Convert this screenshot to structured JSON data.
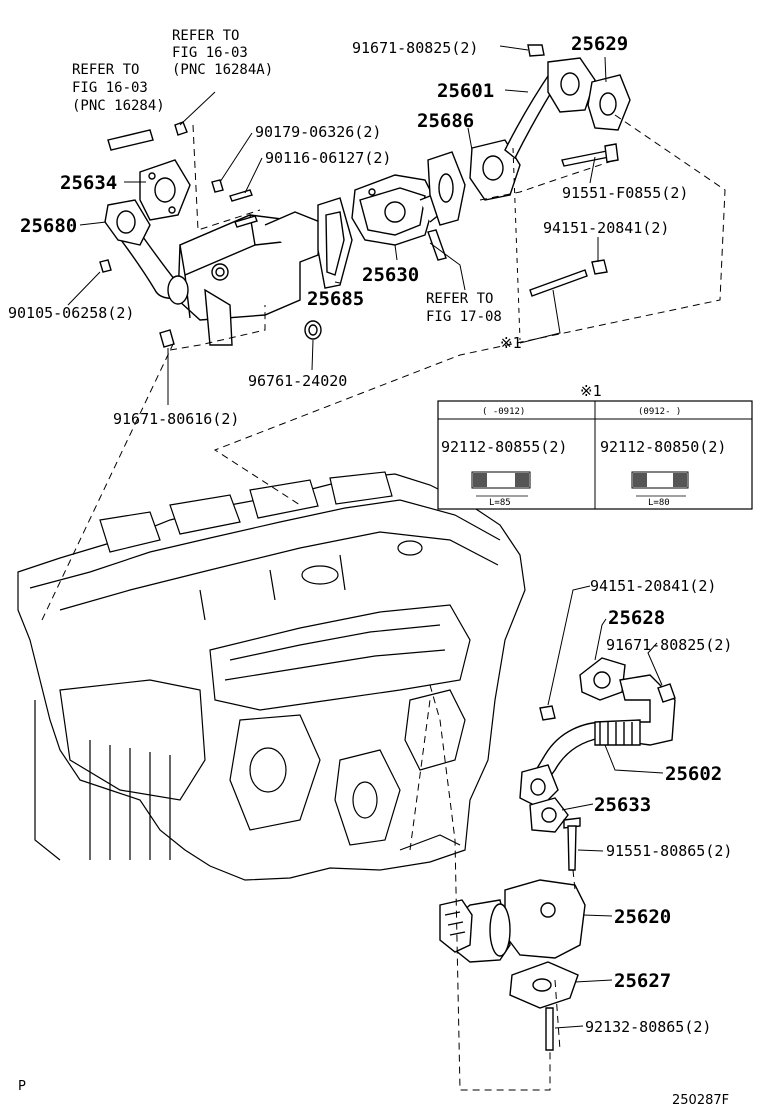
{
  "callouts": {
    "c91671_80825_top": "91671-80825(2)",
    "c25629": "25629",
    "c25601": "25601",
    "c25686": "25686",
    "c90179": "90179-06326(2)",
    "c90116": "90116-06127(2)",
    "c25634": "25634",
    "c25680": "25680",
    "c91551_f0855": "91551-F0855(2)",
    "c94151_top": "94151-20841(2)",
    "c25630": "25630",
    "c25685": "25685",
    "c90105": "90105-06258(2)",
    "c96761": "96761-24020",
    "c91671_80616": "91671-80616(2)",
    "note_mark": "※1",
    "c94151_mid": "94151-20841(2)",
    "c25628": "25628",
    "c91671_80825_mid": "91671-80825(2)",
    "c25602": "25602",
    "c25633": "25633",
    "c91551_80865": "91551-80865(2)",
    "c25620": "25620",
    "c25627": "25627",
    "c92132": "92132-80865(2)"
  },
  "refs": {
    "ref1_l1": "REFER TO",
    "ref1_l2": "FIG 16-03",
    "ref1_l3": "(PNC 16284A)",
    "ref2_l1": "REFER TO",
    "ref2_l2": "FIG 16-03",
    "ref2_l3": "(PNC 16284)",
    "ref3_l1": "REFER TO",
    "ref3_l2": "FIG 17-08"
  },
  "stud_table": {
    "title": "※1",
    "columns": [
      {
        "range": "(    -0912)",
        "part": "92112-80855(2)",
        "length": "L=85"
      },
      {
        "range": "(0912-    )",
        "part": "92112-80850(2)",
        "length": "L=80"
      }
    ]
  },
  "footer": {
    "page_marker": "P",
    "diagram_code": "250287F"
  }
}
